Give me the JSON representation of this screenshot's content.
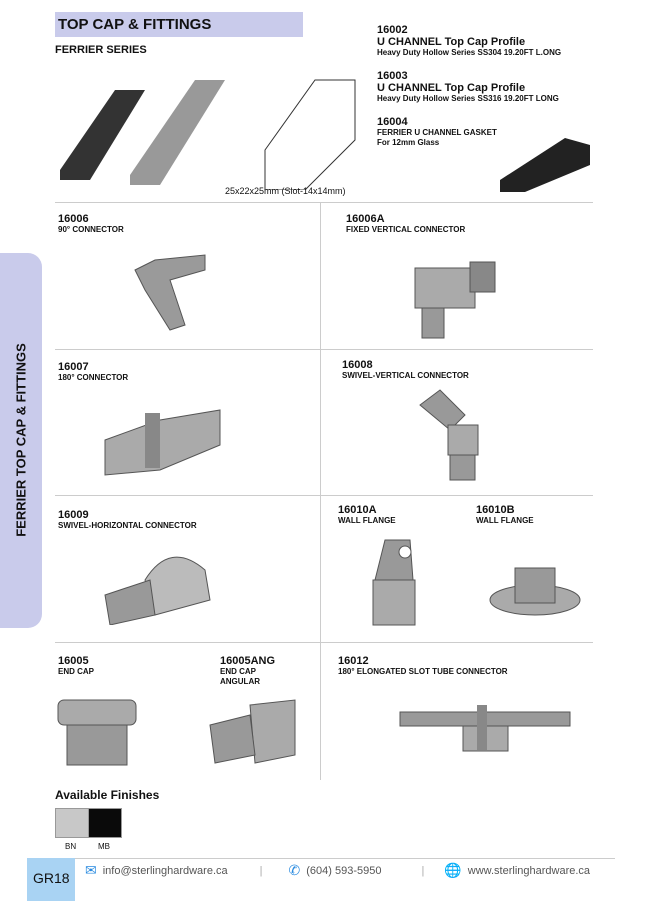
{
  "header": {
    "title": "TOP CAP & FITTINGS",
    "series": "FERRIER SERIES"
  },
  "side_tab": "FERRIER TOP CAP & FITTINGS",
  "top_products": [
    {
      "code": "16002",
      "name": "U CHANNEL Top Cap Profile",
      "desc": "Heavy Duty Hollow Series SS304 19.20FT L.ONG"
    },
    {
      "code": "16003",
      "name": "U CHANNEL Top Cap Profile",
      "desc": "Heavy Duty Hollow Series SS316  19.20FT  LONG"
    },
    {
      "code": "16004",
      "name": "FERRIER U CHANNEL GASKET",
      "desc": "For 12mm Glass"
    }
  ],
  "dimension": "25x22x25mm (Slot-14x14mm)",
  "products": [
    {
      "code": "16006",
      "name": "90° CONNECTOR"
    },
    {
      "code": "16006A",
      "name": "FIXED VERTICAL CONNECTOR"
    },
    {
      "code": "16007",
      "name": "180° CONNECTOR"
    },
    {
      "code": "16008",
      "name": "SWIVEL-VERTICAL CONNECTOR"
    },
    {
      "code": "16009",
      "name": "SWIVEL-HORIZONTAL CONNECTOR"
    },
    {
      "code": "16010A",
      "name": "WALL FLANGE"
    },
    {
      "code": "16010B",
      "name": "WALL FLANGE"
    },
    {
      "code": "16005",
      "name": "END CAP"
    },
    {
      "code": "16005ANG",
      "name": "END CAP ANGULAR"
    },
    {
      "code": "16012",
      "name": "180° ELONGATED SLOT TUBE CONNECTOR"
    }
  ],
  "finishes": {
    "title": "Available Finishes",
    "items": [
      {
        "label": "BN",
        "color": "#c8c8c8"
      },
      {
        "label": "MB",
        "color": "#0a0a0a"
      }
    ]
  },
  "footer": {
    "page": "GR18",
    "email": "info@sterlinghardware.ca",
    "phone": "(604) 593-5950",
    "website": "www.sterlinghardware.ca",
    "sep": "|"
  }
}
